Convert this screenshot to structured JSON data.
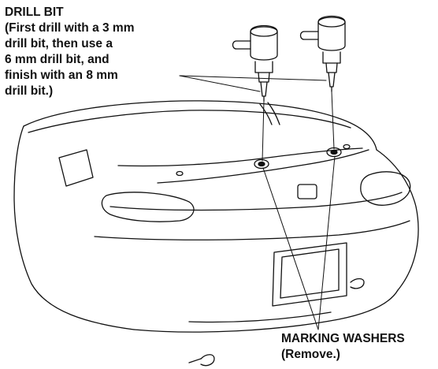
{
  "callouts": {
    "drill_bit": {
      "title": "DRILL BIT",
      "lines": [
        "(First drill with a 3 mm",
        "drill bit, then use a",
        "6 mm drill bit, and",
        "finish with an 8 mm",
        "drill bit.)"
      ]
    },
    "marking_washers": {
      "title": "MARKING WASHERS",
      "note": "(Remove.)"
    }
  },
  "colors": {
    "ink": "#111111",
    "background": "#ffffff"
  }
}
